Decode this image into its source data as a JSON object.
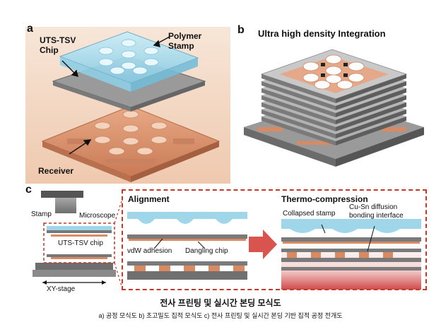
{
  "panel_a": {
    "letter": "a",
    "chip_label_1": "UTS-TSV",
    "chip_label_2": "Chip",
    "stamp_label_1": "Polymer",
    "stamp_label_2": "Stamp",
    "receiver_label": "Receiver"
  },
  "panel_b": {
    "letter": "b",
    "title": "Ultra high density Integration"
  },
  "panel_c": {
    "letter": "c",
    "microscope_label": "Microscope",
    "stamp_label": "Stamp",
    "chip_label": "UTS-TSV chip",
    "stage_label": "XY-stage",
    "alignment_title": "Alignment",
    "vdw_label": "vdW adhesion",
    "dangling_label": "Dangling chip",
    "thermo_title": "Thermo-compression",
    "collapsed_label": "Collapsed stamp",
    "bonding_label_1": "Cu-Sn diffusion",
    "bonding_label_2": "bonding interface"
  },
  "caption": {
    "title": "전사 프린팅 및 실시간 본딩 모식도",
    "subtitle": "a) 공정 모식도 b) 초고밀도 집적 모식도 c) 전사 프린팅 및 실시간 본딩 기반 집적 공정 전개도"
  },
  "colors": {
    "panel_a_bg": "#f3d9c6",
    "copper": "#d9936f",
    "stamp": "#9fd6ea",
    "chip_gray": "#8c8c8c",
    "accent_red": "#c0392b"
  }
}
